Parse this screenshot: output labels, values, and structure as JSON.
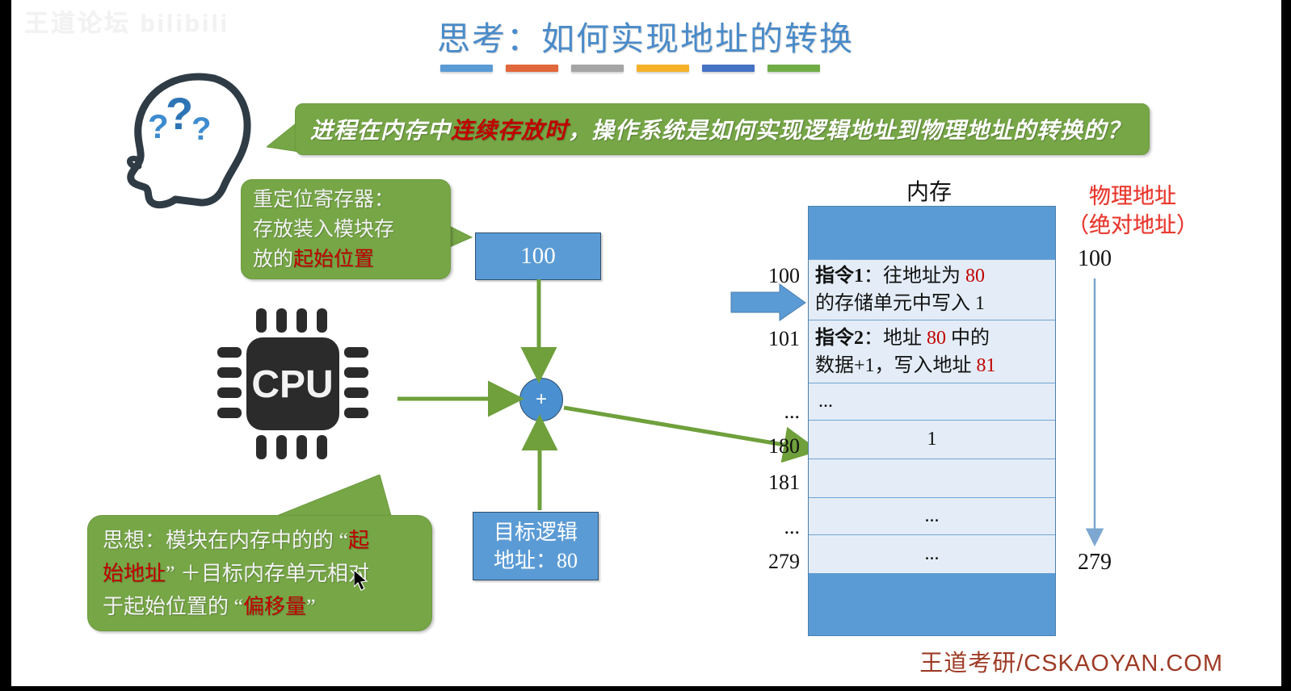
{
  "watermark": {
    "top_left": "王道论坛 bilibili",
    "bottom_right": "王道考研/CSKAOYAN.COM"
  },
  "title": {
    "text": "思考：如何实现地址的转换",
    "color": "#4a8bc9",
    "bar_colors": [
      "#5B9BD5",
      "#E2673A",
      "#A5A5A5",
      "#F5B229",
      "#4472C4",
      "#70AD47"
    ]
  },
  "icons": {
    "head": "thinking-head-icon",
    "question_marks": "question-mark-icon",
    "cpu_label": "CPU"
  },
  "callout_top": {
    "part1": "进程在内存中",
    "highlight": "连续存放时",
    "part2": "，操作系统是如何实现逻辑地址到物理地址的转换的？",
    "bg_color": "#76A646",
    "highlight_color": "#C00000"
  },
  "callout_reloc": {
    "line1": "重定位寄存器：",
    "line2": "存放装入模块存",
    "line3_pre": "放的",
    "line3_hl": "起始位置"
  },
  "callout_idea": {
    "l1_pre": "思想：模块在内存中的的 “",
    "l1_hl": "起",
    "l2_hl": "始地址",
    "l2_post": "” ＋目标内存单元相对",
    "l3_pre": "于起始位置的 “",
    "l3_hl": "偏移量",
    "l3_post": "”"
  },
  "relocation_register": {
    "value": "100"
  },
  "adder": {
    "symbol": "+"
  },
  "logical_address_box": {
    "line1": "目标逻辑",
    "line2": "地址：80"
  },
  "memory": {
    "title": "内存",
    "pointer_label": "100",
    "rows": [
      {
        "addr": "100",
        "type": "instruction",
        "seg1": "指令1",
        "seg2": "：往地址为 ",
        "red1": "80",
        "seg3": "的存储单元中写入 1"
      },
      {
        "addr": "101",
        "type": "instruction",
        "seg1": "指令2",
        "seg2": "：地址 ",
        "red1": "80",
        "seg3": " 中的",
        "seg4": "数据+1，写入地址 ",
        "red2": "81"
      },
      {
        "addr": "...",
        "type": "plain",
        "value": "...",
        "align": "left"
      },
      {
        "addr": "180",
        "type": "plain",
        "value": "1"
      },
      {
        "addr": "181",
        "type": "plain",
        "value": ""
      },
      {
        "addr": "...",
        "type": "plain",
        "value": "..."
      },
      {
        "addr": "279",
        "type": "plain",
        "value": "..."
      }
    ]
  },
  "physical_address": {
    "title_line1": "物理地址",
    "title_line2": "（绝对地址）",
    "start": "100",
    "end": "279",
    "color": "#E8352B"
  }
}
